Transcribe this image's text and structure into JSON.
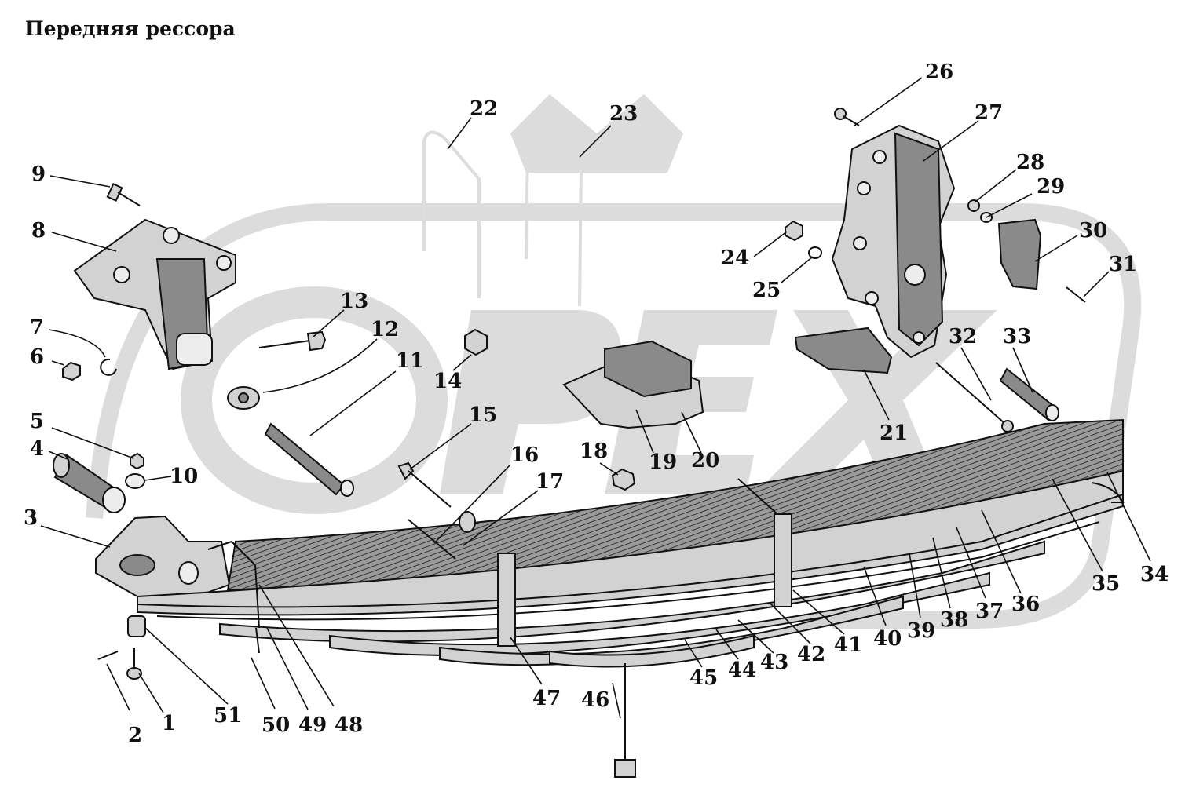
{
  "title": "Передняя рессора",
  "watermark": {
    "text": "OPEX",
    "color": "#dcdcdc"
  },
  "callouts": [
    {
      "n": "1"
    },
    {
      "n": "2"
    },
    {
      "n": "3"
    },
    {
      "n": "4"
    },
    {
      "n": "5"
    },
    {
      "n": "6"
    },
    {
      "n": "7"
    },
    {
      "n": "8"
    },
    {
      "n": "9"
    },
    {
      "n": "10"
    },
    {
      "n": "11"
    },
    {
      "n": "12"
    },
    {
      "n": "13"
    },
    {
      "n": "14"
    },
    {
      "n": "15"
    },
    {
      "n": "16"
    },
    {
      "n": "17"
    },
    {
      "n": "18"
    },
    {
      "n": "19"
    },
    {
      "n": "20"
    },
    {
      "n": "21"
    },
    {
      "n": "22"
    },
    {
      "n": "23"
    },
    {
      "n": "24"
    },
    {
      "n": "25"
    },
    {
      "n": "26"
    },
    {
      "n": "27"
    },
    {
      "n": "28"
    },
    {
      "n": "29"
    },
    {
      "n": "30"
    },
    {
      "n": "31"
    },
    {
      "n": "32"
    },
    {
      "n": "33"
    },
    {
      "n": "34"
    },
    {
      "n": "35"
    },
    {
      "n": "36"
    },
    {
      "n": "37"
    },
    {
      "n": "38"
    },
    {
      "n": "39"
    },
    {
      "n": "40"
    },
    {
      "n": "41"
    },
    {
      "n": "42"
    },
    {
      "n": "43"
    },
    {
      "n": "44"
    },
    {
      "n": "45"
    },
    {
      "n": "46"
    },
    {
      "n": "47"
    },
    {
      "n": "48"
    },
    {
      "n": "49"
    },
    {
      "n": "50"
    },
    {
      "n": "51"
    }
  ]
}
